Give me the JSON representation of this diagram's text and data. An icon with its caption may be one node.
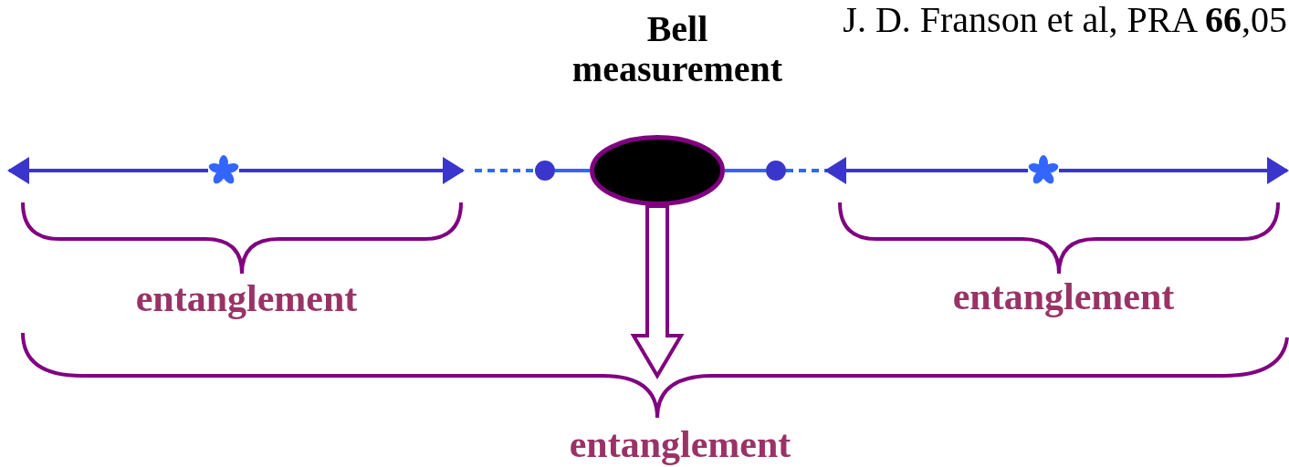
{
  "diagram": {
    "nodes": [
      {
        "text": [],
        "shape": "star"
      },
      {
        "text": [],
        "shape": "circle"
      },
      {
        "text": [
          "Bell measurement"
        ]
      },
      {
        "text": [],
        "shape": "circle"
      },
      {
        "text": [],
        "shape": "star"
      }
    ],
    "edges": [
      {
        "from": 0,
        "to": null,
        "arrow": "to"
      },
      {
        "from": 0,
        "to": null,
        "arrow": "to"
      },
      {
        "from": null,
        "to": 1,
        "arrow": "none",
        "style": "dashed",
        "color": "#3366ff"
      },
      {
        "from": 1,
        "to": 2,
        "arrow": "none",
        "color": "#3366ff"
      },
      {
        "from": 2,
        "to": 3,
        "arrow": "none",
        "color": "#3366ff"
      },
      {
        "from": 3,
        "to": null,
        "arrow": "none",
        "style": "dashed",
        "color": "#3366ff"
      },
      {
        "from": 4,
        "to": null,
        "arrow": "to"
      },
      {
        "from": 4,
        "to": null,
        "arrow": "to"
      },
      {
        "from": 2,
        "to": null,
        "arrow": "to",
        "style": "thick",
        "color": "#800080"
      }
    ],
    "labels": [
      "J. D. Franson et al, PRA **66**,05",
      "entanglement",
      "entanglement",
      "entanglement"
    ]
  }
}
